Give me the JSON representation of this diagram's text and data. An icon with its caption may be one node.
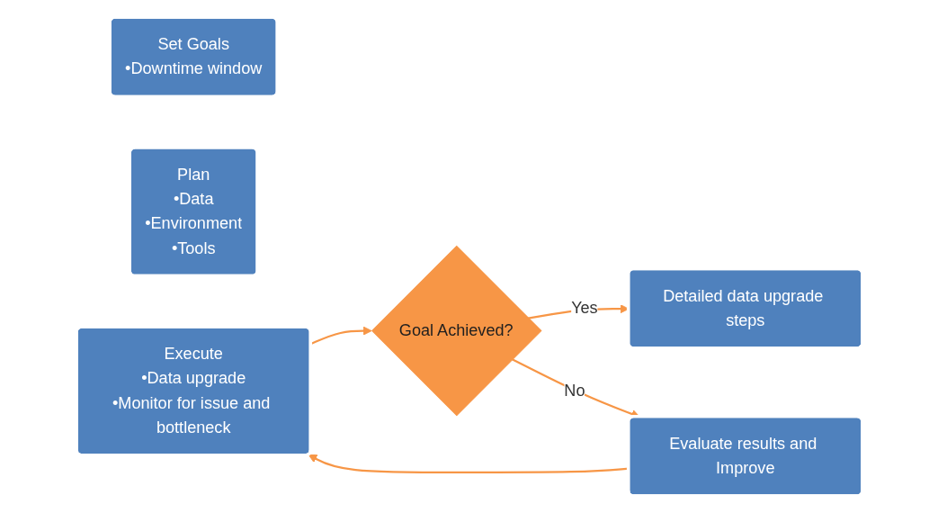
{
  "diagram": {
    "nodes": [
      {
        "text": [
          "Set Goals",
          "•Downtime window"
        ]
      },
      {
        "text": [
          "Plan",
          "•Data",
          "•Environment",
          "•Tools"
        ]
      },
      {
        "text": [
          "Execute",
          "•Data upgrade",
          "•Monitor for issue and bottleneck"
        ]
      },
      {
        "text": [
          "Goal Achieved?"
        ]
      },
      {
        "text": [
          "Detailed data upgrade steps"
        ]
      },
      {
        "text": [
          "Evaluate results and Improve"
        ]
      }
    ],
    "edges": [
      {
        "from": 2,
        "to": 3,
        "arrow": "to"
      },
      {
        "from": 3,
        "to": 4,
        "arrow": "to",
        "label": "Yes"
      },
      {
        "from": 3,
        "to": 5,
        "arrow": "to",
        "label": "No"
      },
      {
        "from": 5,
        "to": 2,
        "arrow": "to"
      }
    ]
  }
}
